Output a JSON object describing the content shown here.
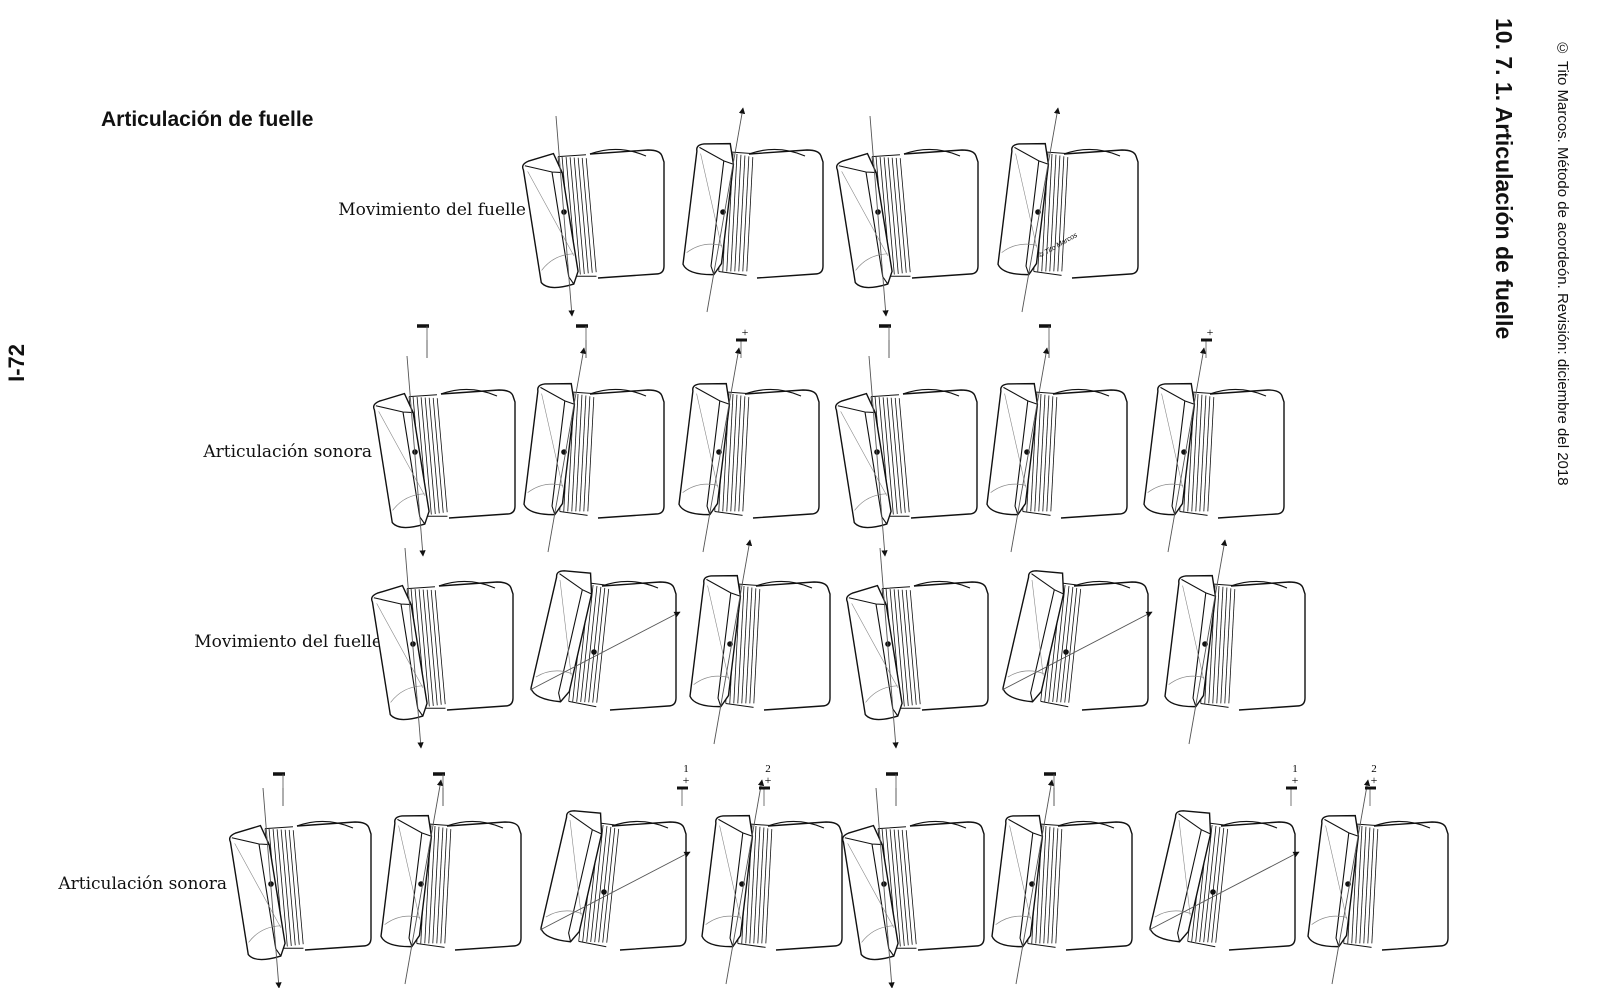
{
  "page": {
    "section_title": "Articulación de fuelle",
    "heading": "10. 7. 1. Articulación de fuelle",
    "copyright": "© Tito Marcos. Método de acordeón. Revisión: diciembre del 2018",
    "page_number": "I-72",
    "watermark": "© Tito Marcos"
  },
  "rows": [
    {
      "label": "Movimiento del fuelle",
      "figures": [
        {
          "tilt": "down"
        },
        {
          "tilt": "up"
        },
        {
          "tilt": "down"
        },
        {
          "tilt": "up"
        }
      ]
    },
    {
      "label": "Articulación sonora",
      "figures": [
        {
          "tilt": "down",
          "mark": "–"
        },
        {
          "tilt": "up",
          "mark": "–"
        },
        {
          "tilt": "up",
          "mark": "+"
        },
        {
          "tilt": "down",
          "mark": "–"
        },
        {
          "tilt": "up",
          "mark": "–"
        },
        {
          "tilt": "up",
          "mark": "+"
        }
      ]
    },
    {
      "label": "Movimiento del fuelle",
      "figures": [
        {
          "tilt": "down"
        },
        {
          "tilt": "side"
        },
        {
          "tilt": "up"
        },
        {
          "tilt": "down"
        },
        {
          "tilt": "side"
        },
        {
          "tilt": "up"
        }
      ]
    },
    {
      "label": "Articulación sonora",
      "figures": [
        {
          "tilt": "down",
          "mark": "–"
        },
        {
          "tilt": "up",
          "mark": "–"
        },
        {
          "tilt": "side",
          "mark": "+",
          "num": "1"
        },
        {
          "tilt": "up",
          "mark": "+",
          "num": "2"
        },
        {
          "tilt": "down",
          "mark": "–"
        },
        {
          "tilt": "up",
          "mark": "–"
        },
        {
          "tilt": "side",
          "mark": "+",
          "num": "1"
        },
        {
          "tilt": "up",
          "mark": "+",
          "num": "2"
        }
      ]
    }
  ]
}
